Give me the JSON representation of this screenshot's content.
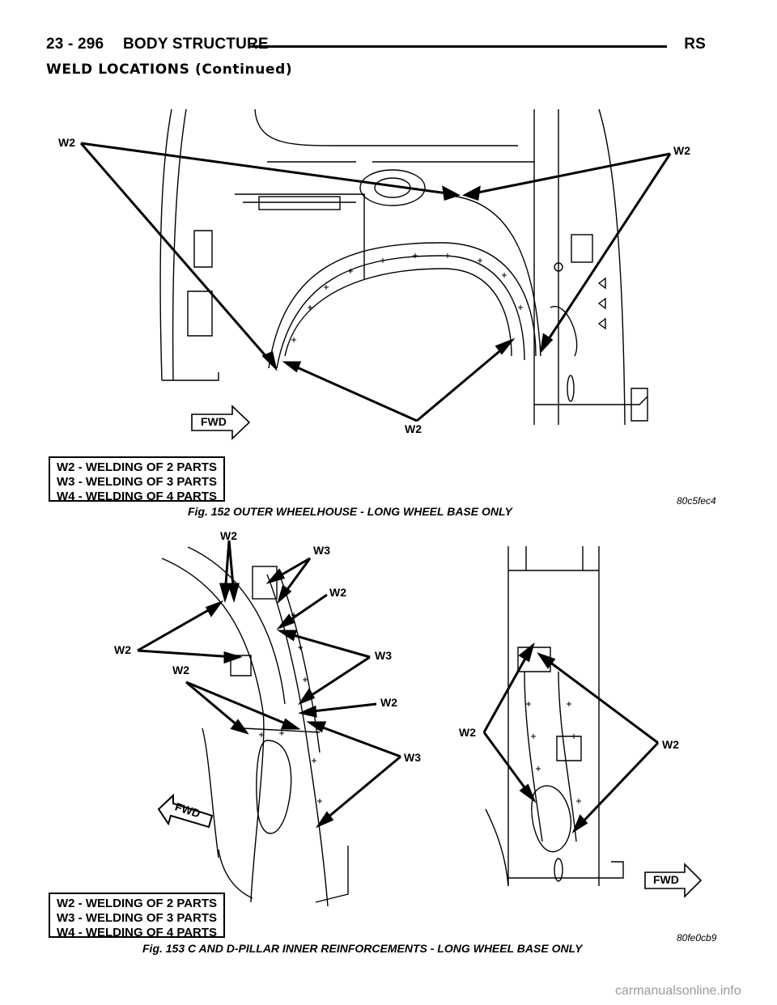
{
  "header": {
    "page_number": "23 - 296",
    "section_title": "BODY STRUCTURE",
    "model_code": "RS",
    "subtitle": "WELD LOCATIONS (Continued)"
  },
  "figure_152": {
    "callouts": [
      "W2",
      "W2",
      "W2"
    ],
    "fwd_label": "FWD",
    "legend": [
      "W2 - WELDING OF 2 PARTS",
      "W3 - WELDING OF 3 PARTS",
      "W4 - WELDING OF 4 PARTS"
    ],
    "image_code": "80c5fec4",
    "caption": "Fig. 152 OUTER WHEELHOUSE - LONG WHEEL BASE ONLY"
  },
  "figure_153": {
    "callouts": [
      "W2",
      "W3",
      "W2",
      "W2",
      "W3",
      "W2",
      "W2",
      "W3",
      "W2",
      "W2"
    ],
    "fwd_left_label": "FWD",
    "fwd_right_label": "FWD",
    "legend": [
      "W2 - WELDING OF 2 PARTS",
      "W3 - WELDING OF 3 PARTS",
      "W4 - WELDING OF 4 PARTS"
    ],
    "image_code": "80fe0cb9",
    "caption": "Fig. 153 C AND D-PILLAR INNER REINFORCEMENTS - LONG WHEEL BASE ONLY"
  },
  "watermark": "carmanualsonline.info"
}
